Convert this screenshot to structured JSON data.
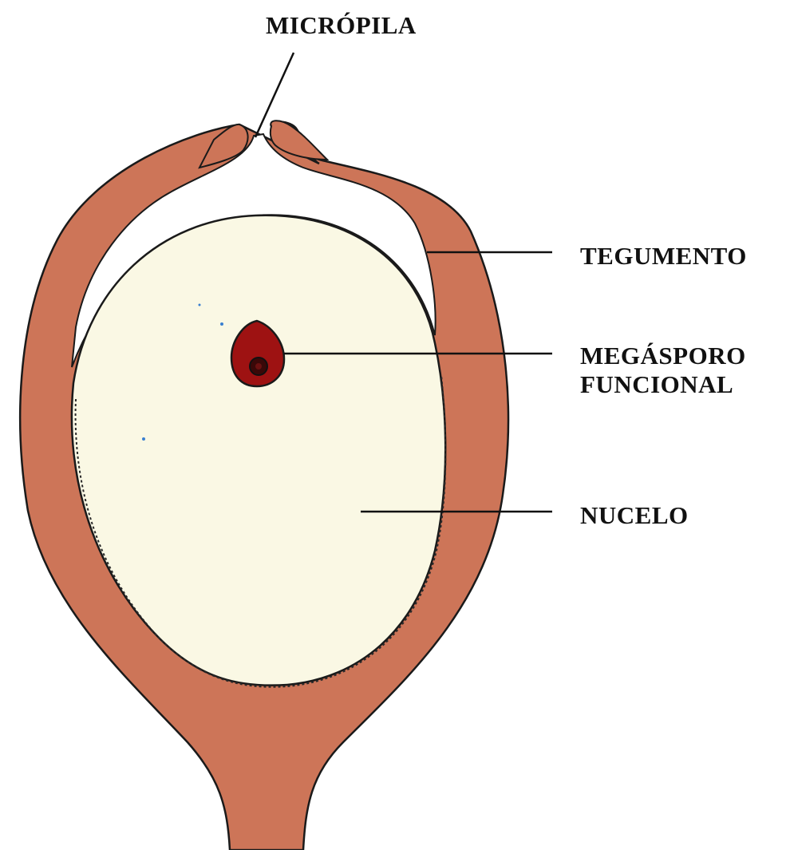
{
  "labels": {
    "micropila": "MICRÓPILA",
    "tegumento": "TEGUMENTO",
    "megasporo_line1": "MEGÁSPORO",
    "megasporo_line2": "FUNCIONAL",
    "nucelo": "NUCELO"
  },
  "colors": {
    "integument": "#cd7558",
    "integument_outline": "#1a1a1a",
    "nucellus": "#faf8e4",
    "megaspore": "#9e1212",
    "megaspore_nucleus": "#3a0808",
    "background": "#ffffff",
    "leader_line": "#111111"
  }
}
